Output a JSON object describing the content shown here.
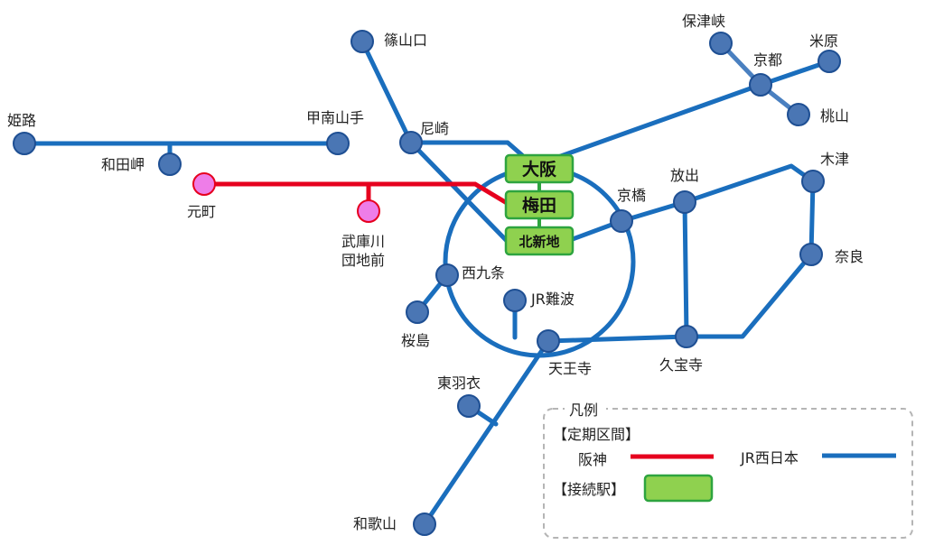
{
  "stations": {
    "himeji": "姫路",
    "wadamisaki": "和田岬",
    "konanyamate": "甲南山手",
    "motomachi": "元町",
    "mukogawa_line1": "武庫川",
    "mukogawa_line2": "団地前",
    "sasayamaguchi": "篠山口",
    "amagasaki": "尼崎",
    "osaka": "大阪",
    "umeda": "梅田",
    "kitashinchi": "北新地",
    "kyobashi": "京橋",
    "nishikujo": "西九条",
    "sakurajima": "桜島",
    "jr_namba": "JR難波",
    "tennoji": "天王寺",
    "higashihagoromo": "東羽衣",
    "wakayama": "和歌山",
    "hanaten": "放出",
    "kyuhoji": "久宝寺",
    "kizu": "木津",
    "nara": "奈良",
    "hozukyo": "保津峡",
    "kyoto": "京都",
    "maibara": "米原",
    "momoyama": "桃山"
  },
  "legend": {
    "title": "凡例",
    "section_commuter": "【定期区間】",
    "hanshin": "阪神",
    "jr_west": "JR西日本",
    "section_transfer": "【接続駅】"
  },
  "colors": {
    "jr_line": "#1a6ebd",
    "jr_line_kyoto_branch": "#4a80c0",
    "hanshin_line": "#e6001e",
    "station_fill": "#4a76b4",
    "hanshin_station_fill": "#ee7de8",
    "transfer_fill": "#8fd14f",
    "transfer_border": "#2ea43f"
  }
}
